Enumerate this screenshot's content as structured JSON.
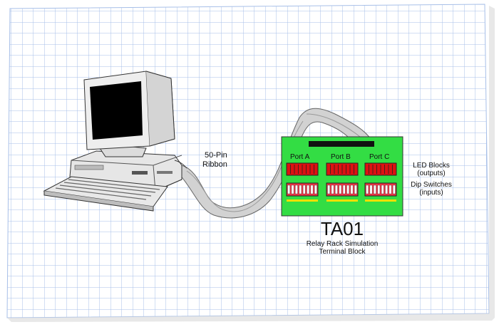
{
  "cable_label": {
    "line1": "50-Pin",
    "line2": "Ribbon"
  },
  "board": {
    "ports": [
      {
        "label": "Port A"
      },
      {
        "label": "Port B"
      },
      {
        "label": "Port C"
      }
    ],
    "led_blocks_label": {
      "line1": "LED Blocks",
      "line2": "(outputs)"
    },
    "dip_switches_label": {
      "line1": "Dip Switches",
      "line2": "(inputs)"
    }
  },
  "caption": {
    "title": "TA01",
    "line1": "Relay Rack Simulation",
    "line2": "Terminal Block"
  },
  "colors": {
    "grid_line": "#9fb8e6",
    "board_green": "#33dd44",
    "led_red": "#dd1111",
    "dip_pink": "#ee3344",
    "yellow_strip": "#f0e000",
    "ribbon": "#cccccc"
  }
}
